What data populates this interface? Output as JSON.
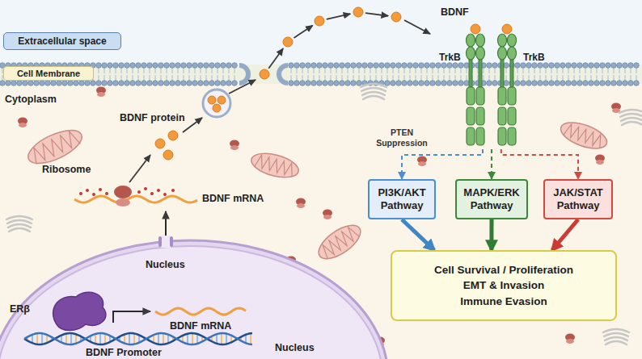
{
  "diagram": {
    "nodes": [
      {
        "text": [
          "Extracellular space"
        ]
      },
      {
        "text": [
          "Cell Membrane"
        ]
      },
      {
        "text": [
          "TrkB",
          "TrkB"
        ]
      },
      {
        "text": [
          "PI3K/AKT Pathway"
        ]
      },
      {
        "text": [
          "MAPK/ERK Pathway"
        ]
      },
      {
        "text": [
          "JAK/STAT Pathway"
        ]
      },
      {
        "text": [
          "Cell Survival / Proliferation",
          "EMT & Invasion",
          "Immune Evasion"
        ]
      }
    ],
    "edges": [
      {
        "from": 2,
        "to": 3,
        "arrow": "to",
        "label": "PTEN Suppression"
      },
      {
        "from": 2,
        "to": 4,
        "arrow": "to"
      },
      {
        "from": 2,
        "to": 5,
        "arrow": "to"
      },
      {
        "from": 3,
        "to": 6,
        "arrow": "to"
      },
      {
        "from": 4,
        "to": 6,
        "arrow": "to"
      },
      {
        "from": 5,
        "to": 6,
        "arrow": "to"
      }
    ],
    "labels": [
      "BDNF",
      "Cytoplasm",
      "BDNF protein",
      "Ribosome",
      "BDNF mRNA",
      "Nucleus",
      "ERβ",
      "BDNF mRNA",
      "BDNF Promoter",
      "Nucleus"
    ]
  }
}
